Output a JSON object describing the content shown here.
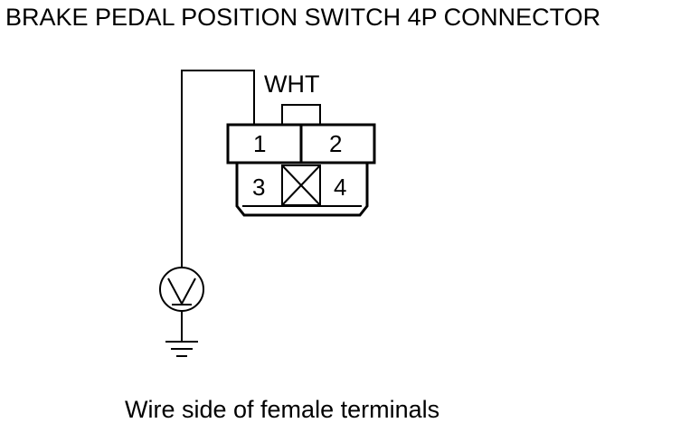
{
  "title": "BRAKE PEDAL POSITION SWITCH 4P CONNECTOR",
  "wire_color": "WHT",
  "terminals": {
    "t1": "1",
    "t2": "2",
    "t3": "3",
    "t4": "4"
  },
  "caption": "Wire side of female terminals",
  "icons": {
    "meter": "voltmeter-icon",
    "ground": "ground-icon",
    "unused_cavity": "crossed-cavity-icon"
  },
  "colors": {
    "line": "#000000",
    "background": "#ffffff"
  }
}
